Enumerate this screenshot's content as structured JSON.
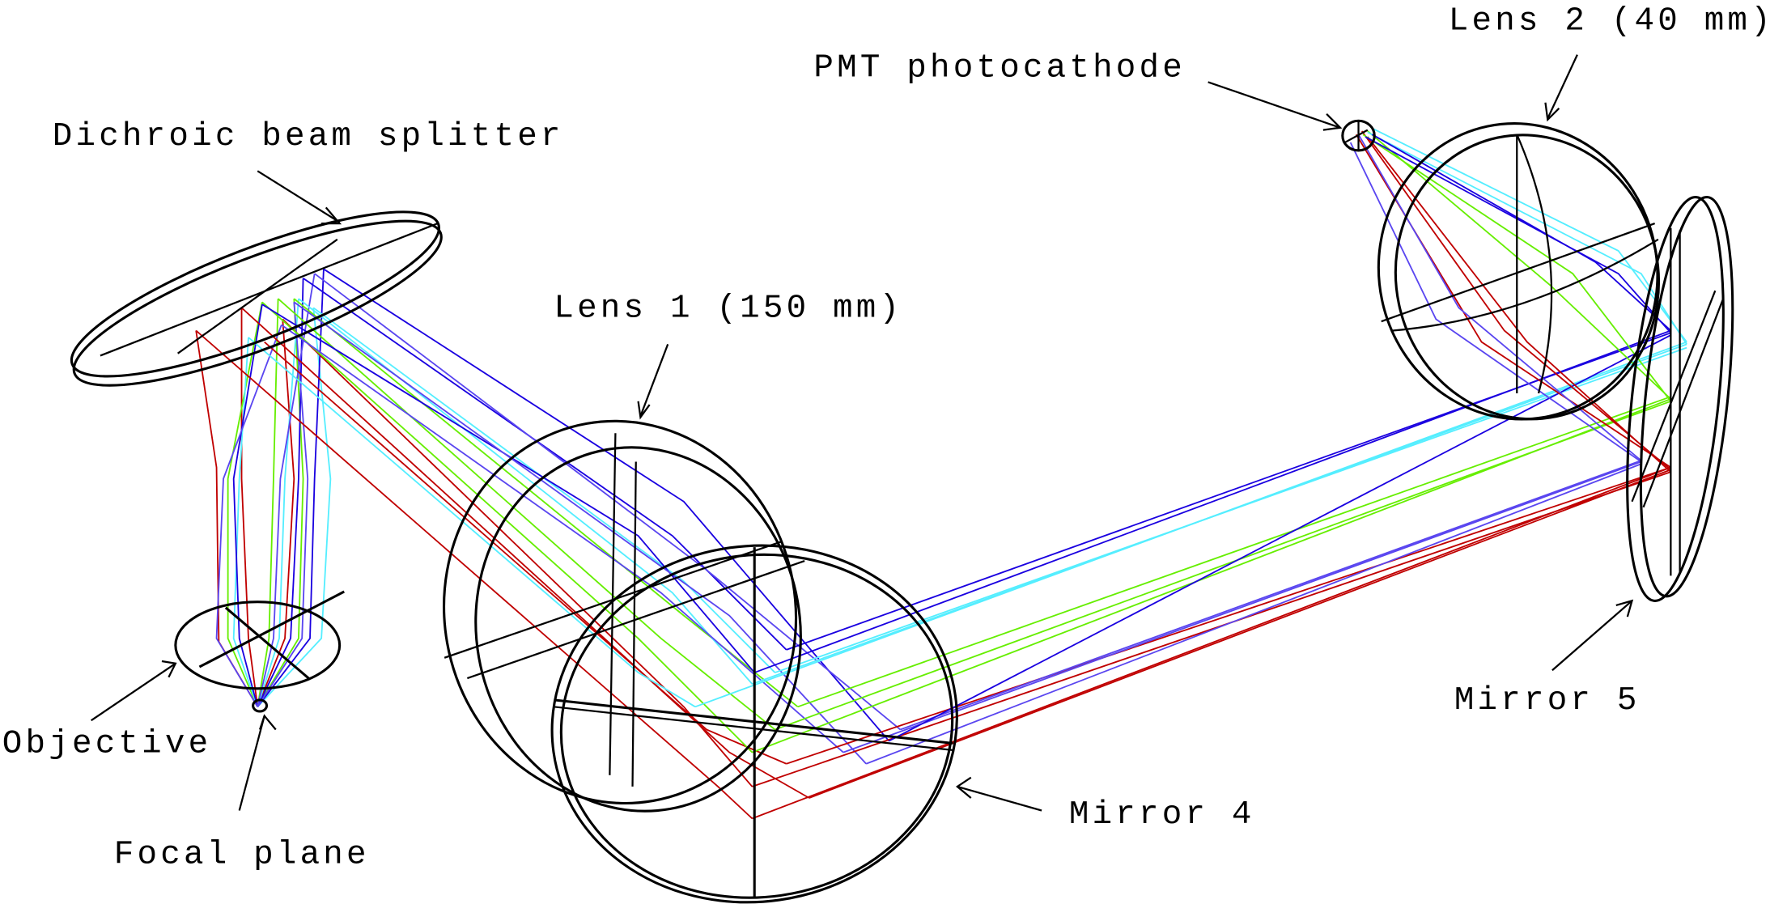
{
  "diagram": {
    "type": "optical ray-trace schematic",
    "labels": {
      "dichroic": "Dichroic beam splitter",
      "lens1": "Lens 1 (150 mm)",
      "pmt": "PMT photocathode",
      "lens2": "Lens 2 (40 mm)",
      "objective": "Objective",
      "focal_plane": "Focal plane",
      "mirror4": "Mirror 4",
      "mirror5": "Mirror 5"
    },
    "ray_colors": {
      "red": "#c00000",
      "green": "#66ee00",
      "cyan": "#55eeff",
      "blue": "#1a00e0",
      "violet": "#5a46f0"
    },
    "outline_color": "#000000",
    "background": "#ffffff"
  }
}
